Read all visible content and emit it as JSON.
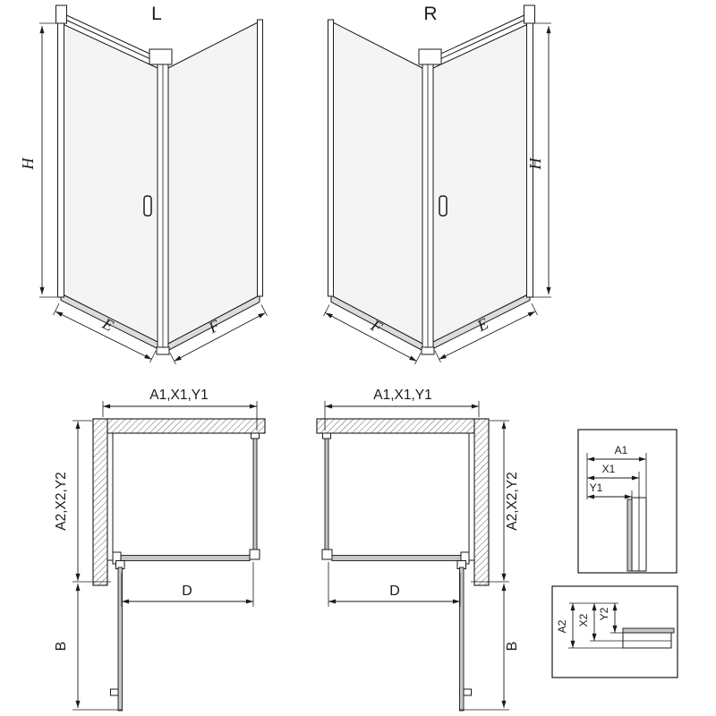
{
  "page": {
    "background": "#ffffff"
  },
  "colors": {
    "line": "#1a1a1a",
    "glass": "#f4f4f4",
    "sill": "#dcdcdc",
    "planglass": "#c6c6c6",
    "hatch": "#555555"
  },
  "views": {
    "iso_left": {
      "label": "L",
      "dim_height": "H",
      "dim_door": "E",
      "dim_side": "F"
    },
    "iso_right": {
      "label": "R",
      "dim_height": "H",
      "dim_door": "E",
      "dim_side": "F"
    },
    "plan_left": {
      "dim_top": "A1,X1,Y1",
      "dim_side": "A2,X2,Y2",
      "dim_entry": "D",
      "dim_swing": "B"
    },
    "plan_right": {
      "dim_top": "A1,X1,Y1",
      "dim_side": "A2,X2,Y2",
      "dim_entry": "D",
      "dim_swing": "B"
    },
    "detail_top": {
      "dim1": "A1",
      "dim2": "X1",
      "dim3": "Y1"
    },
    "detail_bottom": {
      "dim1": "A2",
      "dim2": "X2",
      "dim3": "Y2"
    }
  }
}
